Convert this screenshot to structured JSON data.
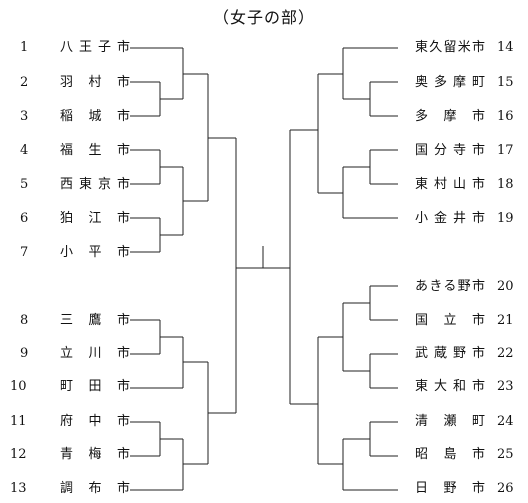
{
  "title": "（女子の部）",
  "left_teams": [
    {
      "num": "1",
      "name": "八王子市"
    },
    {
      "num": "2",
      "name": "羽村市"
    },
    {
      "num": "3",
      "name": "稲城市"
    },
    {
      "num": "4",
      "name": "福生市"
    },
    {
      "num": "5",
      "name": "西東京市"
    },
    {
      "num": "6",
      "name": "狛江市"
    },
    {
      "num": "7",
      "name": "小平市"
    },
    {
      "num": "8",
      "name": "三鷹市"
    },
    {
      "num": "9",
      "name": "立川市"
    },
    {
      "num": "10",
      "name": "町田市"
    },
    {
      "num": "11",
      "name": "府中市"
    },
    {
      "num": "12",
      "name": "青梅市"
    },
    {
      "num": "13",
      "name": "調布市"
    }
  ],
  "right_teams": [
    {
      "num": "14",
      "name": "東久留米市"
    },
    {
      "num": "15",
      "name": "奥多摩町"
    },
    {
      "num": "16",
      "name": "多摩市"
    },
    {
      "num": "17",
      "name": "国分寺市"
    },
    {
      "num": "18",
      "name": "東村山市"
    },
    {
      "num": "19",
      "name": "小金井市"
    },
    {
      "num": "20",
      "name": "あきる野市"
    },
    {
      "num": "21",
      "name": "国立市"
    },
    {
      "num": "22",
      "name": "武蔵野市"
    },
    {
      "num": "23",
      "name": "東大和市"
    },
    {
      "num": "24",
      "name": "清瀬町"
    },
    {
      "num": "25",
      "name": "昭島市"
    },
    {
      "num": "26",
      "name": "日野市"
    }
  ]
}
